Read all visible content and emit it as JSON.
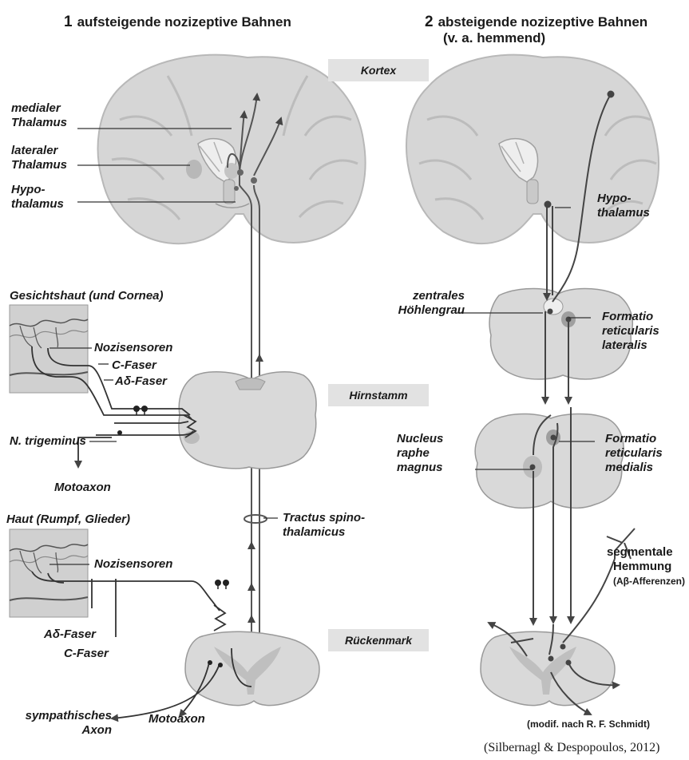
{
  "headings": {
    "left_number": "1",
    "left_title": "aufsteigende nozizeptive Bahnen",
    "right_number": "2",
    "right_title_line1": "absteigende nozizeptive Bahnen",
    "right_title_line2": "(v. a. hemmend)"
  },
  "levels": {
    "cortex": "Kortex",
    "brainstem": "Hirnstamm",
    "spinal_cord": "Rückenmark"
  },
  "left_labels": {
    "medial_thalamus_1": "medialer",
    "medial_thalamus_2": "Thalamus",
    "lateral_thalamus_1": "lateraler",
    "lateral_thalamus_2": "Thalamus",
    "hypothalamus_1": "Hypo-",
    "hypothalamus_2": "thalamus",
    "face_skin": "Gesichtshaut (und Cornea)",
    "nociceptors_face": "Nozisensoren",
    "c_fiber_face": "C-Faser",
    "adelta_fiber_face": "Aδ-Faser",
    "trigeminal": "N. trigeminus",
    "motoaxon_brainstem": "Motoaxon",
    "body_skin": "Haut (Rumpf, Glieder)",
    "nociceptors_body": "Nozisensoren",
    "tract_1": "Tractus spino-",
    "tract_2": "thalamicus",
    "adelta_fiber_body": "Aδ-Faser",
    "c_fiber_body": "C-Faser",
    "sympathetic_1": "sympathisches",
    "sympathetic_2": "Axon",
    "motoaxon_spinal": "Motoaxon"
  },
  "right_labels": {
    "hypothalamus_1": "Hypo-",
    "hypothalamus_2": "thalamus",
    "pag_1": "zentrales",
    "pag_2": "Höhlengrau",
    "frl_1": "Formatio",
    "frl_2": "reticularis",
    "frl_3": "lateralis",
    "raphe_1": "Nucleus",
    "raphe_2": "raphe",
    "raphe_3": "magnus",
    "frm_1": "Formatio",
    "frm_2": "reticularis",
    "frm_3": "medialis",
    "seg_1": "segmentale",
    "seg_2": "Hemmung",
    "seg_3": "(Aβ-Afferenzen)"
  },
  "footer": {
    "modified": "(modif. nach R. F. Schmidt)",
    "citation": "(Silbernagl & Despopoulos, 2012)"
  }
}
